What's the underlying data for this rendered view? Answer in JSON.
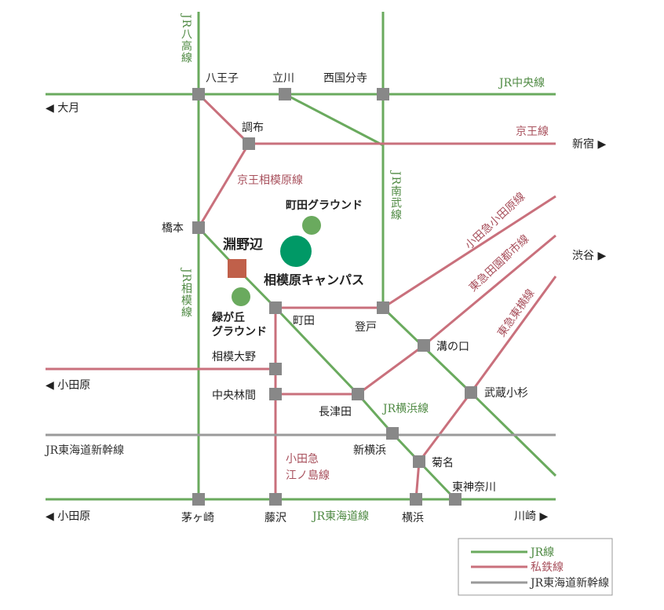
{
  "colors": {
    "jr": "#6aaa5e",
    "private": "#c9707c",
    "shinkansen": "#9a9a9a",
    "station": "#888888",
    "campus": "#009966",
    "ground": "#6aaa5e",
    "fuchinobe": "#c0604a"
  },
  "lines": {
    "hachiko": "JR八高線",
    "chuo": "JR中央線",
    "keio": "京王線",
    "keio_sagamihara": "京王相模原線",
    "nambu": "JR南武線",
    "sagami": "JR相模線",
    "odakyu_odawara": "小田急小田原線",
    "denentoshi": "東急田園都市線",
    "toyoko": "東急東横線",
    "yokohama": "JR横浜線",
    "shinkansen": "JR東海道新幹線",
    "enoshima_1": "小田急",
    "enoshima_2": "江ノ島線",
    "tokaido": "JR東海道線"
  },
  "directions": {
    "otsuki": "◀ 大月",
    "shinjuku": "新宿 ▶",
    "shibuya": "渋谷 ▶",
    "odawara_1": "◀ 小田原",
    "odawara_2": "◀ 小田原",
    "kawasaki": "川崎 ▶"
  },
  "stations": {
    "hachioji": "八王子",
    "tachikawa": "立川",
    "nishikokubunji": "西国分寺",
    "chofu": "調布",
    "hashimoto": "橋本",
    "machida": "町田",
    "noborito": "登戸",
    "mizonokuchi": "溝の口",
    "sagamiono": "相模大野",
    "chuorinkan": "中央林間",
    "nagatsuta": "長津田",
    "musashikosugi": "武蔵小杉",
    "shinyokohama": "新横浜",
    "kikuna": "菊名",
    "higashikanagawa": "東神奈川",
    "chigasaki": "茅ヶ崎",
    "fujisawa": "藤沢",
    "yokohama": "横浜"
  },
  "places": {
    "fuchinobe": "淵野辺",
    "campus": "相模原キャンパス",
    "machida_ground": "町田グラウンド",
    "midorigaoka_1": "緑が丘",
    "midorigaoka_2": "グラウンド"
  },
  "legend": {
    "jr": "JR線",
    "private": "私鉄線",
    "shinkansen": "JR東海道新幹線"
  }
}
